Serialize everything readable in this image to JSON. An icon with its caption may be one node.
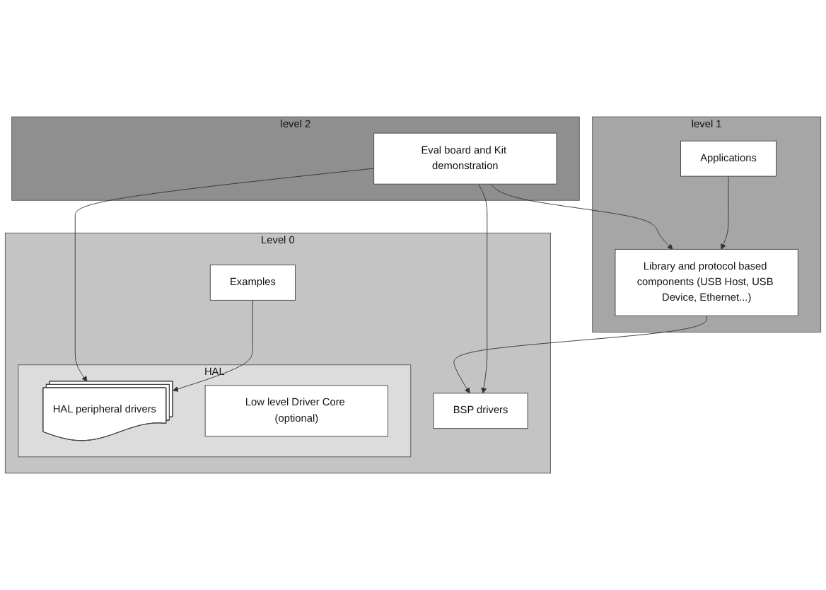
{
  "diagram": {
    "nodes": [
      {
        "text": [
          "level 2"
        ]
      },
      {
        "text": [
          "Eval board and Kit demonstration"
        ],
        "in": 0
      },
      {
        "text": [
          "level 1"
        ]
      },
      {
        "text": [
          "Applications"
        ],
        "in": 2
      },
      {
        "text": [
          "Library and protocol based components (USB Host, USB Device, Ethernet...)"
        ],
        "in": 2
      },
      {
        "text": [
          "Level 0"
        ]
      },
      {
        "text": [
          "Examples"
        ],
        "in": 5
      },
      {
        "text": [
          "HAL"
        ],
        "in": 5
      },
      {
        "text": [
          "HAL peripheral drivers"
        ],
        "in": 7
      },
      {
        "text": [
          "Low level Driver Core (optional)"
        ],
        "in": 7
      },
      {
        "text": [
          "BSP drivers"
        ],
        "in": 5
      }
    ],
    "edges": [
      {
        "from": 1,
        "to": 8,
        "arrow": "to"
      },
      {
        "from": 1,
        "to": 4,
        "arrow": "to"
      },
      {
        "from": 3,
        "to": 4,
        "arrow": "to"
      },
      {
        "from": 4,
        "to": 10,
        "arrow": "to"
      },
      {
        "from": 1,
        "to": 10,
        "arrow": "to"
      },
      {
        "from": 6,
        "to": 8,
        "arrow": "to"
      }
    ]
  }
}
